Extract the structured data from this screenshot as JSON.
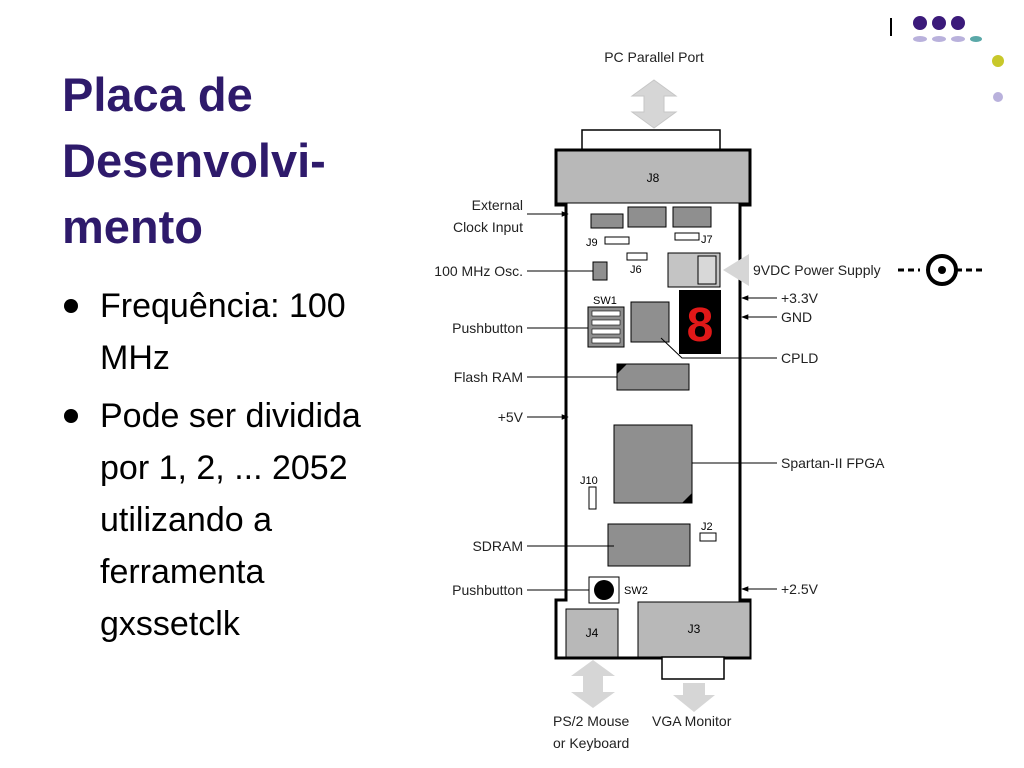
{
  "slide": {
    "title_lines": [
      "Placa de",
      "Desenvolvi-",
      "mento"
    ],
    "bullets": [
      {
        "lines": [
          "Frequência: 100",
          "MHz"
        ]
      },
      {
        "lines": [
          "Pode ser dividida",
          "por 1, 2, ... 2052",
          "utilizando a",
          "ferramenta",
          "gxssetclk"
        ]
      }
    ]
  },
  "diagram": {
    "top_label": "PC Parallel Port",
    "components": {
      "j8": "J8",
      "j9": "J9",
      "j7": "J7",
      "j6": "J6",
      "sw1": "SW1",
      "seven_seg_digit": "8",
      "j10": "J10",
      "j2": "J2",
      "sw2": "SW2",
      "j4": "J4",
      "j3": "J3"
    },
    "left_labels": {
      "external_clock": [
        "External",
        "Clock Input"
      ],
      "osc": "100 MHz Osc.",
      "pushbutton_1": "Pushbutton",
      "flash_ram": "Flash RAM",
      "plus_5v": "+5V",
      "sdram": "SDRAM",
      "pushbutton_2": "Pushbutton"
    },
    "right_labels": {
      "power_supply": "9VDC Power Supply",
      "plus_3v3": "+3.3V",
      "gnd": "GND",
      "cpld": "CPLD",
      "fpga": "Spartan-II FPGA",
      "plus_2v5": "+2.5V"
    },
    "bottom_labels": {
      "ps2": [
        "PS/2 Mouse",
        "or Keyboard"
      ],
      "vga": "VGA Monitor"
    }
  },
  "colors": {
    "title": "#2e1a6b",
    "deco_purple": "#3b1a7a",
    "deco_lavender": "#b9b1dc",
    "deco_yellow": "#c8c82a",
    "deco_teal": "#5aa8a8",
    "component_gray": "#8f8f8f",
    "connector_gray": "#b8b8b8",
    "seven_seg_red": "#e01818"
  }
}
